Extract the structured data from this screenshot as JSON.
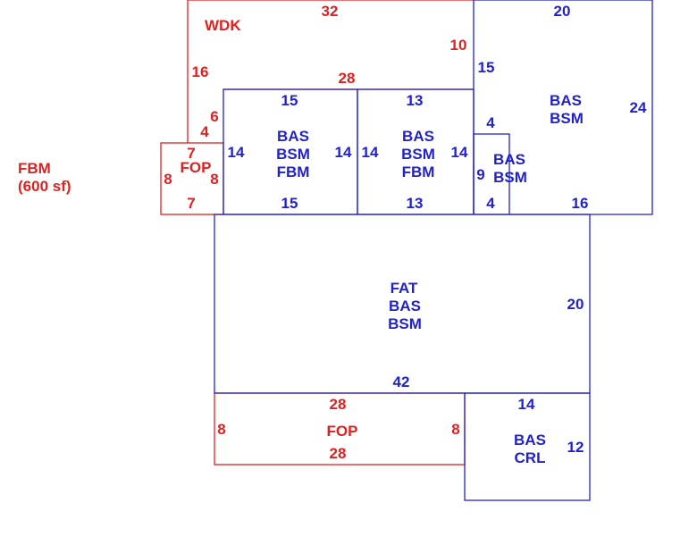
{
  "colors": {
    "red": "#dd2222",
    "blue": "#2222cc",
    "background": "#ffffff"
  },
  "fbm_note": {
    "line1": "FBM",
    "line2": "(600 sf)"
  },
  "areas": {
    "wdk": {
      "code": "WDK"
    },
    "fop_small": {
      "code": "FOP"
    },
    "bas_left": {
      "line1": "BAS",
      "line2": "BSM",
      "line3": "FBM"
    },
    "bas_mid": {
      "line1": "BAS",
      "line2": "BSM",
      "line3": "FBM"
    },
    "bas_small": {
      "line1": "BAS",
      "line2": "BSM"
    },
    "bas_right": {
      "line1": "BAS",
      "line2": "BSM"
    },
    "fat_main": {
      "line1": "FAT",
      "line2": "BAS",
      "line3": "BSM"
    },
    "fop_bottom": {
      "code": "FOP"
    },
    "bas_crl": {
      "line1": "BAS",
      "line2": "CRL"
    }
  },
  "dims": {
    "wdk_top": "32",
    "wdk_left": "16",
    "wdk_right": "10",
    "wdk_bottom": "28",
    "wdk_notch_a": "6",
    "wdk_notch_b": "4",
    "fop_top": "7",
    "fop_left": "8",
    "fop_right": "8",
    "fop_bottom": "7",
    "bl_top": "15",
    "bl_left": "14",
    "bl_right": "14",
    "bl_bottom": "15",
    "bm_top": "13",
    "bm_left": "14",
    "bm_right": "14",
    "bm_bottom": "13",
    "bs_top": "4",
    "bs_left": "9",
    "bs_bottom": "4",
    "br_top": "20",
    "br_left": "15",
    "br_right": "24",
    "br_bottom": "16",
    "fat_right": "20",
    "fat_bottom": "42",
    "fb_top": "28",
    "fb_left": "8",
    "fb_right": "8",
    "fb_bottom": "28",
    "crl_top": "14",
    "crl_right": "12"
  }
}
